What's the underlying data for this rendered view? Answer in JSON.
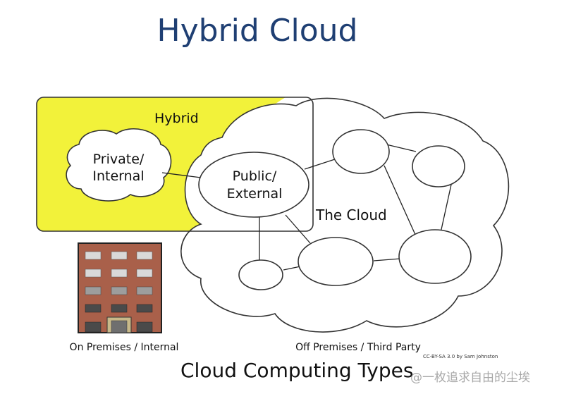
{
  "slide": {
    "title": "Hybrid Cloud",
    "bottom_title": "Cloud Computing Types",
    "watermark": "@一枚追求自由的尘埃",
    "credit": "CC-BY-SA 3.0 by Sam Johnston"
  },
  "diagram": {
    "hybrid_label": "Hybrid",
    "private_label_line1": "Private/",
    "private_label_line2": "Internal",
    "public_label_line1": "Public/",
    "public_label_line2": "External",
    "cloud_label": "The Cloud",
    "on_premises_caption": "On Premises / Internal",
    "off_premises_caption": "Off Premises / Third Party",
    "hybrid_fill": "#f2f23a",
    "building_brick": "#a9604a",
    "building_window": "#d9d9d9",
    "building_door": "#c8b98a"
  }
}
